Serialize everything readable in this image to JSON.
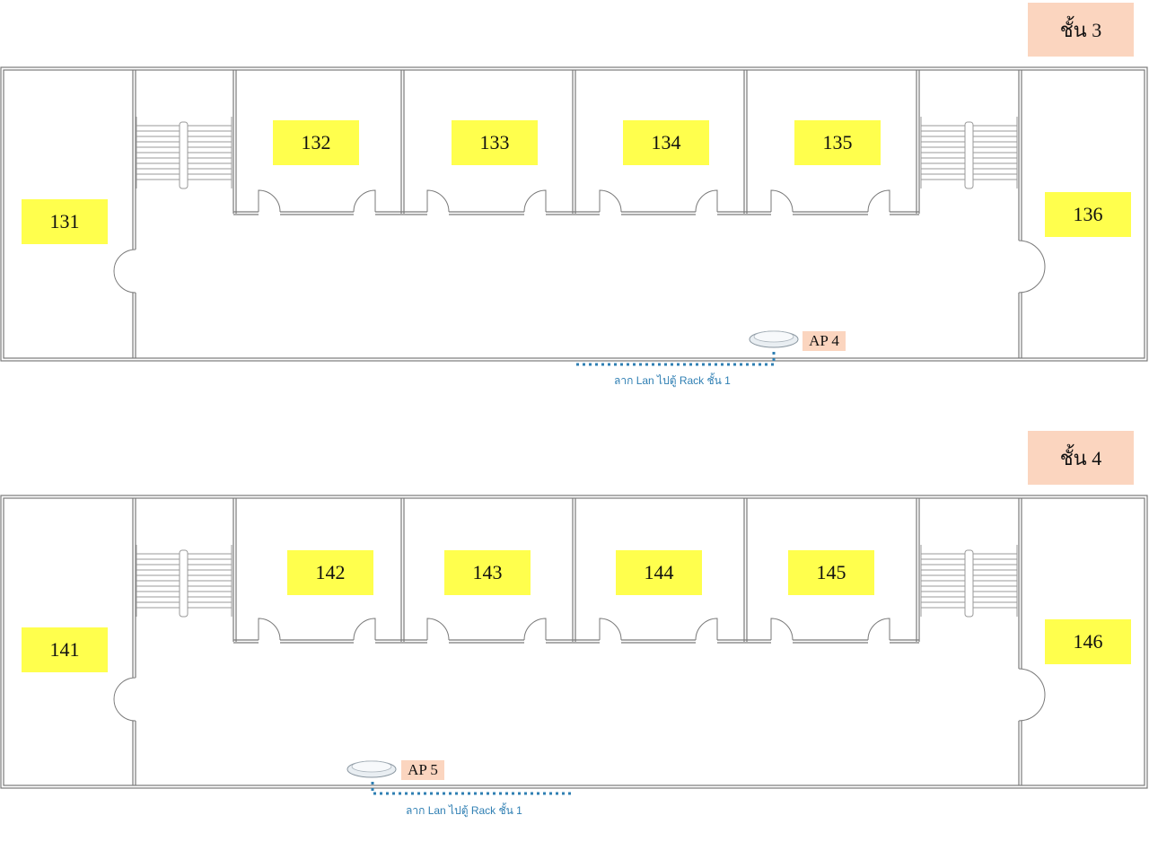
{
  "floors": [
    {
      "label": "ชั้น 3",
      "rooms": [
        "131",
        "132",
        "133",
        "134",
        "135",
        "136"
      ],
      "access_point": "AP 4",
      "cable_note": "ลาก Lan ไปตู้ Rack  ชั้น 1"
    },
    {
      "label": "ชั้น 4",
      "rooms": [
        "141",
        "142",
        "143",
        "144",
        "145",
        "146"
      ],
      "access_point": "AP 5",
      "cable_note": "ลาก Lan ไปตู้ Rack  ชั้น 1"
    }
  ],
  "colors": {
    "room_tag": "#ffff4d",
    "floor_tag": "#fbd5bf",
    "cable": "#2f7fb3",
    "wall": "#7a7a7a"
  },
  "icons": [
    "access-point-icon",
    "stair-icon",
    "door-icon"
  ]
}
